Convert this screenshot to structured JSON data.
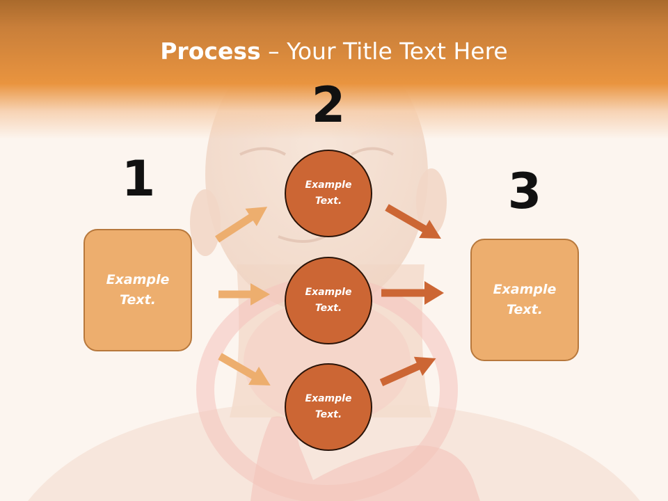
{
  "title": {
    "bold": "Process",
    "dash": " – ",
    "rest": "Your Title Text Here"
  },
  "steps": [
    {
      "number": "1",
      "text": "Example Text."
    },
    {
      "number": "2",
      "text": "Example Text."
    },
    {
      "number": "3",
      "text": "Example Text."
    }
  ],
  "circles": [
    {
      "text": "Example Text."
    },
    {
      "text": "Example Text."
    },
    {
      "text": "Example Text."
    }
  ],
  "colors": {
    "header": "#e9943f",
    "box_fill": "#edae6e",
    "circle_fill": "#cc6634",
    "arrow_in": "#edae6e",
    "arrow_out": "#cc6634"
  }
}
